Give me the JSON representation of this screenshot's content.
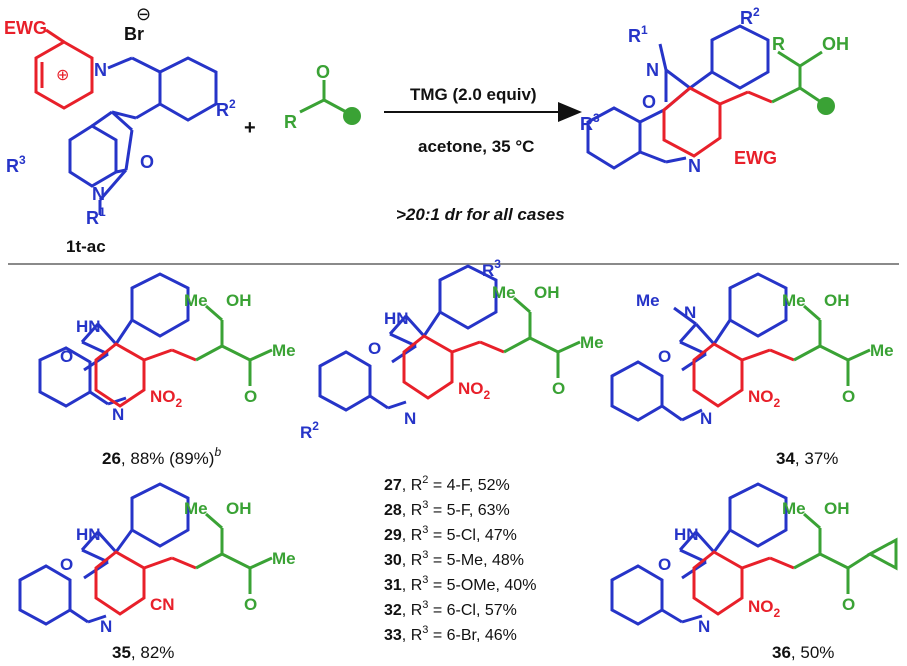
{
  "colors": {
    "ewg_red": "#e8202a",
    "scaffold_blue": "#2634c8",
    "ketone_green": "#3aa235",
    "text_black": "#111111",
    "divider_gray": "#8a8a8a"
  },
  "reaction": {
    "reagent_label": "TMG (2.0 equiv)",
    "conditions_label": "acetone, 35 °C",
    "dr_note": ">20:1 dr for all cases",
    "plus_sign": "+",
    "substrate_id": "1t-ac",
    "labels": {
      "ewg": "EWG",
      "br": "Br",
      "br_charge": "⊖",
      "n_plus": "N",
      "plus_charge": "⊕",
      "r1": "R",
      "r1_sup": "1",
      "r2": "R",
      "r2_sup": "2",
      "r3": "R",
      "r3_sup": "3",
      "o": "O",
      "n": "N",
      "r": "R",
      "oh": "OH"
    }
  },
  "products": [
    {
      "id": "26",
      "yield_text": ", 88% (89%)",
      "footnote": "b"
    },
    {
      "id": "34",
      "yield_text": ", 37%"
    },
    {
      "id": "35",
      "yield_text": ", 82%"
    },
    {
      "id": "36",
      "yield_text": ", 50%"
    }
  ],
  "series_list": [
    {
      "id": "27",
      "r": "R",
      "sup": "2",
      "text": " = 4-F, 52%"
    },
    {
      "id": "28",
      "r": "R",
      "sup": "3",
      "text": " = 5-F, 63%"
    },
    {
      "id": "29",
      "r": "R",
      "sup": "3",
      "text": " = 5-Cl, 47%"
    },
    {
      "id": "30",
      "r": "R",
      "sup": "3",
      "text": " = 5-Me, 48%"
    },
    {
      "id": "31",
      "r": "R",
      "sup": "3",
      "text": " = 5-OMe, 40%"
    },
    {
      "id": "32",
      "r": "R",
      "sup": "3",
      "text": " = 6-Cl, 57%"
    },
    {
      "id": "33",
      "r": "R",
      "sup": "3",
      "text": " = 6-Br, 46%"
    }
  ],
  "atom_labels": {
    "hn": "HN",
    "me": "Me",
    "oh": "OH",
    "o": "O",
    "n": "N",
    "no2": "NO",
    "no2_sub": "2",
    "cn": "CN",
    "me_n": "Me"
  }
}
